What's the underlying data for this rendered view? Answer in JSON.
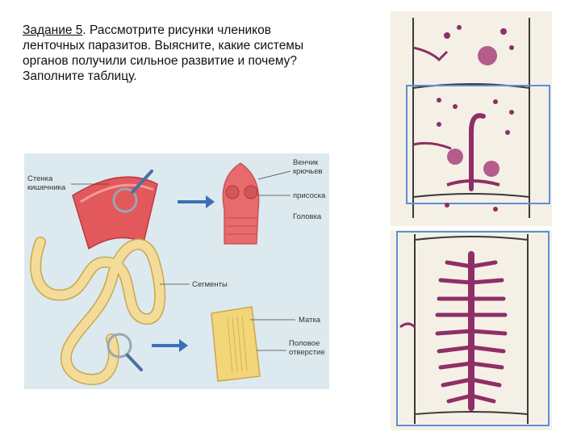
{
  "task": {
    "lead": "Задание 5",
    "text_lines": [
      ". Рассмотрите рисунки члеников",
      "ленточных паразитов. Выясните, какие системы",
      "органов получили сильное развитие и почему?",
      "Заполните таблицу."
    ]
  },
  "illustration": {
    "labels": {
      "stenka_1": "Стенка",
      "stenka_2": "кишечника",
      "venchik_1": "Венчик",
      "venchik_2": "крючьев",
      "prisoska": "присоска",
      "golovka": "Головка",
      "segmenty": "Сегменты",
      "matka": "Матка",
      "polovoe_1": "Половое",
      "polovoe_2": "отверстие"
    }
  },
  "colors": {
    "worm_body": "#f3dc9a",
    "worm_edge": "#c9a84c",
    "intestine": "#e3585a",
    "organ_purple": "#8e2f66",
    "segment_border": "#3a3a3a",
    "blue_frame": "#5b8fd6",
    "arrow_blue": "#3d6fb8"
  }
}
